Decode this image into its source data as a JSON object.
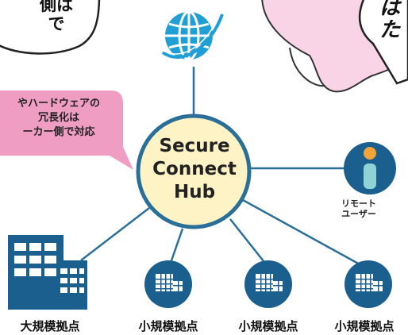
{
  "hub": {
    "title": "Secure Connect Hub"
  },
  "speech_left_partial": "側は\nで",
  "speech_right_partial": "は\nた",
  "pink_callout": "やハードウェアの\n冗長化は\nーカー側で対応",
  "remote_user": {
    "label": "リモート\nユーザー"
  },
  "sites": [
    {
      "label": "大規模拠点"
    },
    {
      "label": "小規模拠点"
    },
    {
      "label": "小規模拠点"
    },
    {
      "label": "小規模拠点"
    }
  ],
  "colors": {
    "hub_fill": "#fdf3c4",
    "hub_ring": "#2a6f98",
    "line": "#2a6f98",
    "globe": "#1f9fd6",
    "site_icon": "#1b5f8f",
    "pink_callout": "#ef9dc3",
    "mascot": "#f9d4e6",
    "user_icon_bg": "#1b5f8f",
    "user_head": "#f2a33a",
    "user_body": "#8fd3d6"
  },
  "icons": [
    "globe-icon",
    "building-large-icon",
    "building-small-icon",
    "remote-user-icon"
  ]
}
